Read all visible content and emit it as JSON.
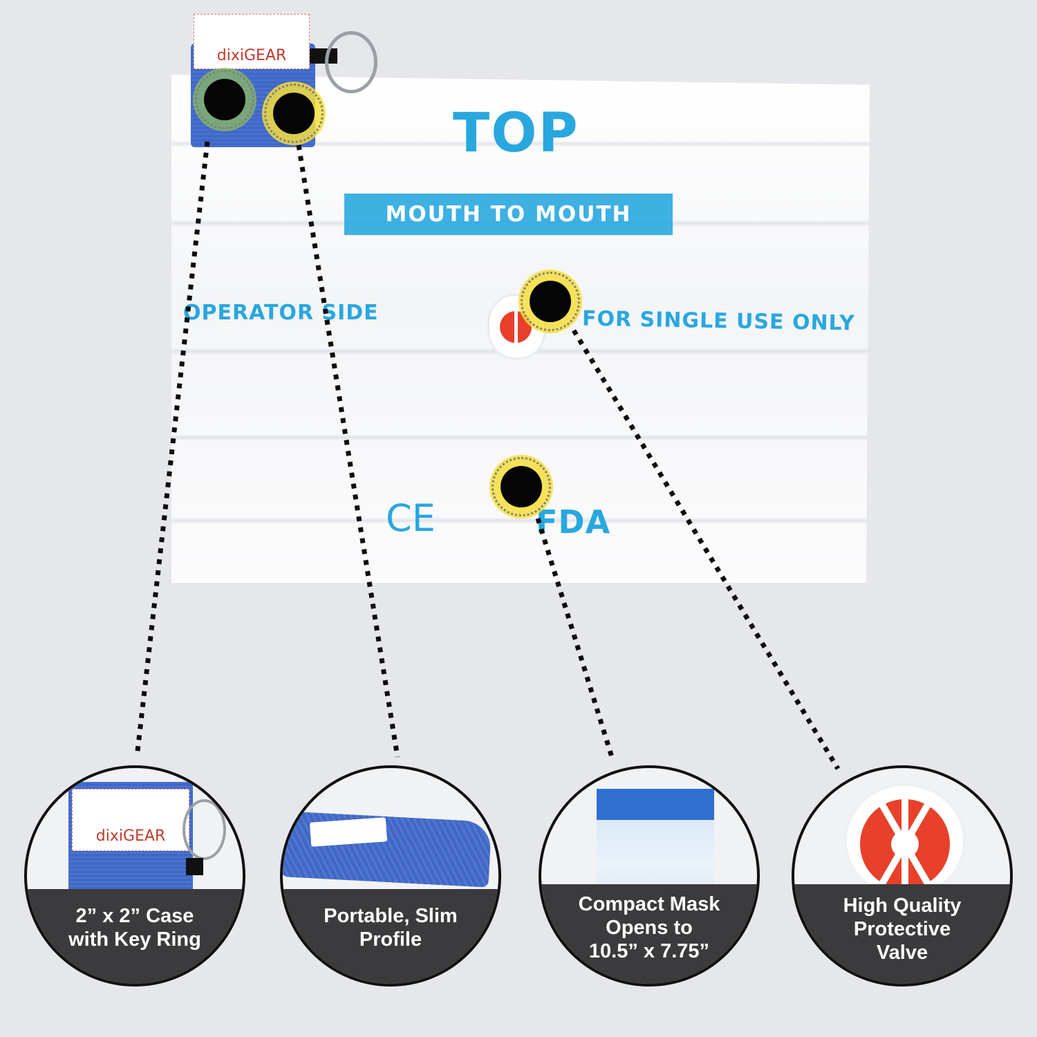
{
  "bag": {
    "top": "TOP",
    "mouth_to_mouth": "MOUTH TO MOUTH",
    "operator_side": "OPERATOR SIDE",
    "single_use": "FOR SINGLE USE ONLY",
    "ce": "CE",
    "fda": "FDA"
  },
  "brand": {
    "name": "dixiGEAR"
  },
  "features": [
    {
      "caption": "2” x 2” Case\nwith Key Ring"
    },
    {
      "caption": "Portable, Slim\nProfile"
    },
    {
      "caption": "Compact Mask\nOpens to\n10.5” x 7.75”"
    },
    {
      "caption": "High Quality\nProtective\nValve"
    }
  ],
  "colors": {
    "background": "#e6e7eb",
    "print_blue": "#29a7df",
    "case_blue": "#3f68c8",
    "valve_red": "#e8402a",
    "caption_bg": "#3b3b3d",
    "marker_yellow": "#f4de3c",
    "marker_green": "#96c850"
  }
}
